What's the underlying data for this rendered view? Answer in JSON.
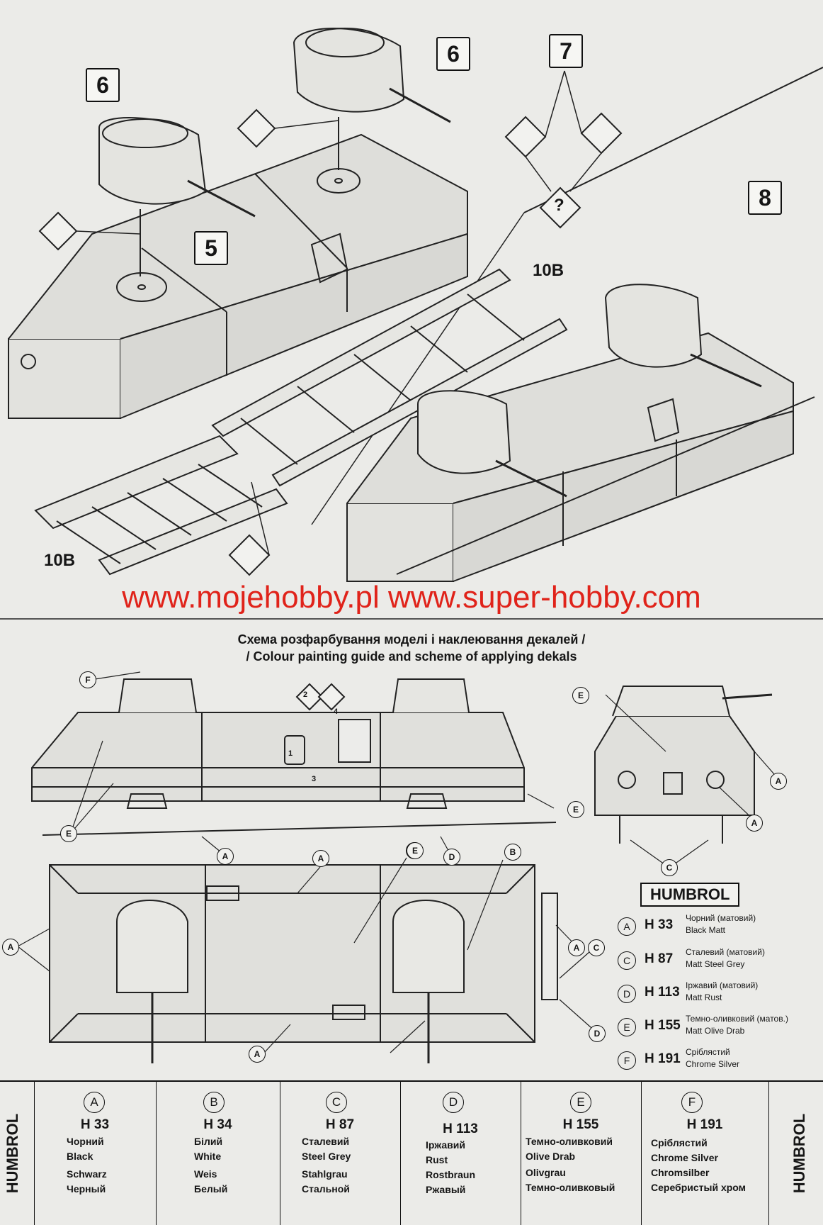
{
  "assembly": {
    "steps": [
      "6",
      "6",
      "7",
      "5",
      "8"
    ],
    "track_label_1": "10B",
    "track_label_2": "10B",
    "unknown_mark": "?"
  },
  "watermark": "www.mojehobby.pl www.super-hobby.com",
  "guide": {
    "title_line1": "Схема розфарбування моделі і наклеювання декалей /",
    "title_line2": "/ Colour painting guide and scheme of applying dekals",
    "decal_numbers": [
      "1",
      "2",
      "3",
      "4"
    ]
  },
  "callouts": [
    "F",
    "E",
    "A",
    "E",
    "D",
    "A",
    "E",
    "B",
    "A",
    "A",
    "C",
    "A",
    "D",
    "A",
    "E",
    "E",
    "A",
    "C"
  ],
  "legend": {
    "title": "HUMBROL",
    "rows": [
      {
        "letter": "A",
        "code": "H 33",
        "name_ua": "Чорний (матовий)",
        "name_en": "Black Matt"
      },
      {
        "letter": "C",
        "code": "H 87",
        "name_ua": "Сталевий (матовий)",
        "name_en": "Matt Steel Grey"
      },
      {
        "letter": "D",
        "code": "H 113",
        "name_ua": "Іржавий (матовий)",
        "name_en": "Matt Rust"
      },
      {
        "letter": "E",
        "code": "H 155",
        "name_ua": "Темно-оливковий (матов.)",
        "name_en": "Matt Olive Drab"
      },
      {
        "letter": "F",
        "code": "H 191",
        "name_ua": "Сріблястий",
        "name_en": "Chrome Silver"
      }
    ]
  },
  "paint_table": {
    "side_label": "HUMBROL",
    "columns": [
      {
        "letter": "A",
        "code": "H 33",
        "names": [
          "Чорний",
          "Black",
          "Schwarz",
          "Черный"
        ]
      },
      {
        "letter": "B",
        "code": "H 34",
        "names": [
          "Білий",
          "White",
          "Weis",
          "Белый"
        ]
      },
      {
        "letter": "C",
        "code": "H 87",
        "names": [
          "Сталевий",
          "Steel Grey",
          "Stahlgrau",
          "Стальной"
        ]
      },
      {
        "letter": "D",
        "code": "H 113",
        "names": [
          "Іржавий",
          "Rust",
          "Rostbraun",
          "Ржавый"
        ]
      },
      {
        "letter": "E",
        "code": "H 155",
        "names": [
          "Темно-оливковий",
          "Olive Drab",
          "Olivgrau",
          "Темно-оливковый"
        ]
      },
      {
        "letter": "F",
        "code": "H 191",
        "names": [
          "Сріблястий",
          "Chrome Silver",
          "Chromsilber",
          "Серебристый хром"
        ]
      }
    ]
  },
  "colors": {
    "watermark": "#e0231a",
    "paper": "#ebebe8",
    "ink": "#161616"
  }
}
